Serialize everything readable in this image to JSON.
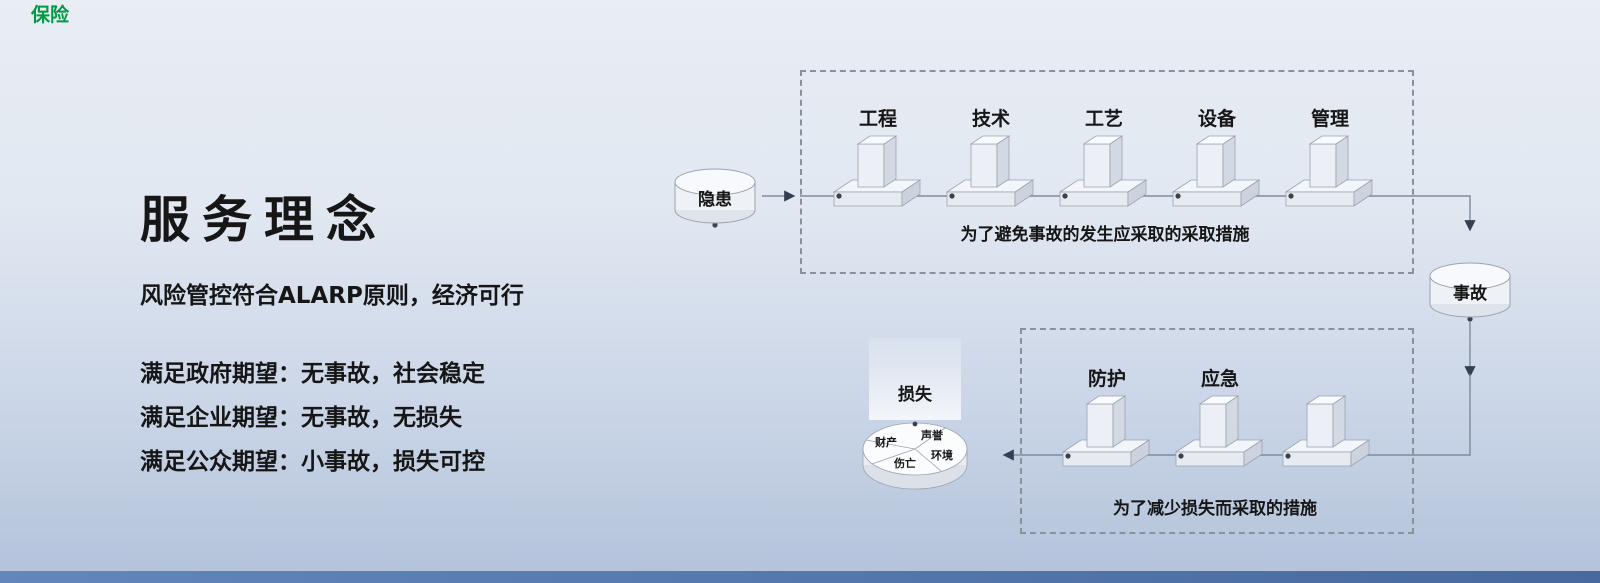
{
  "left_panel": {
    "title": "服务理念",
    "subtitle": "风险管控符合ALARP原则，经济可行",
    "expectations": [
      "满足政府期望：无事故，社会稳定",
      "满足企业期望：无事故，无损失",
      "满足公众期望：小事故，损失可控"
    ]
  },
  "diagram": {
    "hazard": {
      "label": "隐患"
    },
    "accident": {
      "label": "事故"
    },
    "loss": {
      "label": "损失",
      "segments": [
        "财产",
        "声誉",
        "伤亡",
        "环境"
      ]
    },
    "prevention": {
      "caption": "为了避免事故的发生应采取的采取措施",
      "barriers": [
        {
          "label": "工程"
        },
        {
          "label": "技术"
        },
        {
          "label": "工艺"
        },
        {
          "label": "设备"
        },
        {
          "label": "管理"
        }
      ]
    },
    "mitigation": {
      "caption": "为了减少损失而采取的措施",
      "barriers": [
        {
          "label": "防护"
        },
        {
          "label": "应急"
        },
        {
          "label": "保险",
          "style": "color:#009944"
        }
      ]
    },
    "colors": {
      "insurance_green": "#009944",
      "line": "#7f8b9d"
    }
  }
}
